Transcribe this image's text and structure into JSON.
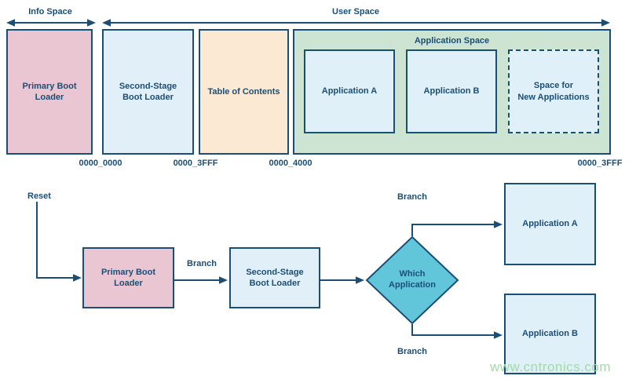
{
  "colors": {
    "navy": "#1b4e75",
    "pink": "#e9c6d2",
    "light_blue": "#e1f0f8",
    "peach": "#fce9d3",
    "green": "#cee4d3",
    "inner_blue": "#dff0f9",
    "teal": "#62c6da",
    "watermark_green": "#a3d9a9"
  },
  "memory_map": {
    "info_space_label": "Info Space",
    "user_space_label": "User Space",
    "application_space_label": "Application Space",
    "blocks": {
      "primary_boot_loader": [
        "Primary Boot",
        "Loader"
      ],
      "second_stage_boot_loader": [
        "Second-Stage",
        "Boot Loader"
      ],
      "table_of_contents": "Table of Contents",
      "application_a": "Application A",
      "application_b": "Application B",
      "space_for_new_applications": [
        "Space for",
        "New Applications"
      ]
    },
    "addresses": [
      "0000_0000",
      "0000_3FFF",
      "0000_4000",
      "0000_3FFF"
    ]
  },
  "flowchart": {
    "reset_label": "Reset",
    "branch_labels": [
      "Branch",
      "Branch",
      "Branch"
    ],
    "nodes": {
      "primary_boot_loader": [
        "Primary Boot",
        "Loader"
      ],
      "second_stage_boot_loader": [
        "Second-Stage",
        "Boot Loader"
      ],
      "which_application": [
        "Which",
        "Application"
      ],
      "application_a": "Application A",
      "application_b": "Application B"
    }
  },
  "watermark": "www.cntronics.com"
}
